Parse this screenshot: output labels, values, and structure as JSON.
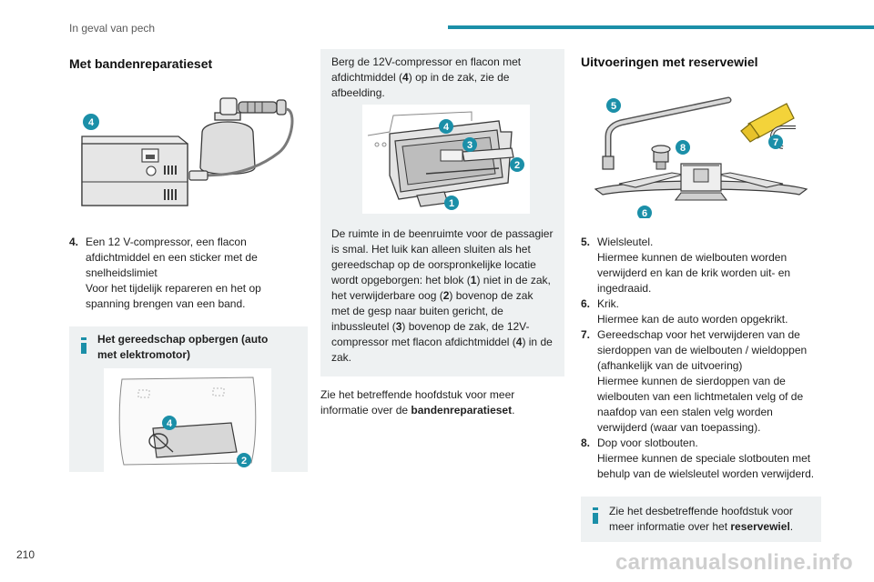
{
  "header": {
    "section_title": "In geval van pech",
    "accent_color": "#1b8fa8"
  },
  "page_number": "210",
  "watermark": "carmanualsonline.info",
  "col1": {
    "heading": "Met bandenreparatieset",
    "fig_badge": "4",
    "item": {
      "num": "4.",
      "line1": "Een 12 V-compressor, een flacon afdichtmiddel en een sticker met de snelheidslimiet",
      "line2": "Voor het tijdelijk repareren en het op spanning brengen van een band."
    },
    "note_title": "Het gereedschap opbergen (auto met elektromotor)",
    "note_fig_badges": [
      "4",
      "2"
    ]
  },
  "col2": {
    "p1": "Berg de 12V-compressor en flacon met afdichtmiddel (",
    "p1_bold": "4",
    "p1_end": ") op in de zak, zie de afbeelding.",
    "fig_badges": [
      "4",
      "3",
      "2",
      "1"
    ],
    "p2_a": "De ruimte in de beenruimte voor de passagier is smal. Het luik kan alleen sluiten als het gereedschap op de oorspronkelijke locatie wordt opgeborgen: het blok (",
    "p2_b1": "1",
    "p2_b": ") niet in de zak, het verwijderbare oog (",
    "p2_b2": "2",
    "p2_c": ") bovenop de zak met de gesp naar buiten gericht, de inbussleutel (",
    "p2_b3": "3",
    "p2_d": ") bovenop de zak, de 12V-compressor met flacon afdichtmiddel (",
    "p2_b4": "4",
    "p2_e": ") in de zak.",
    "p3_a": "Zie het betreffende hoofdstuk voor meer informatie over de ",
    "p3_bold": "bandenreparatieset",
    "p3_end": "."
  },
  "col3": {
    "heading": "Uitvoeringen met reservewiel",
    "fig_badges": [
      "5",
      "8",
      "7",
      "6"
    ],
    "items": [
      {
        "num": "5.",
        "title": "Wielsleutel.",
        "desc": "Hiermee kunnen de wielbouten worden verwijderd en kan de krik worden uit- en ingedraaid."
      },
      {
        "num": "6.",
        "title": "Krik.",
        "desc": "Hiermee kan de auto worden opgekrikt."
      },
      {
        "num": "7.",
        "title": "Gereedschap voor het verwijderen van de sierdoppen van de wielbouten / wieldoppen (afhankelijk van de uitvoering)",
        "desc": "Hiermee kunnen de sierdoppen van de wielbouten van een lichtmetalen velg of de naafdop van een stalen velg worden verwijderd (waar van toepassing)."
      },
      {
        "num": "8.",
        "title": "Dop voor slotbouten.",
        "desc": "Hiermee kunnen de speciale slotbouten met behulp van de wielsleutel worden verwijderd."
      }
    ],
    "note_a": "Zie het desbetreffende hoofdstuk voor meer informatie over het ",
    "note_bold": "reservewiel",
    "note_end": "."
  }
}
